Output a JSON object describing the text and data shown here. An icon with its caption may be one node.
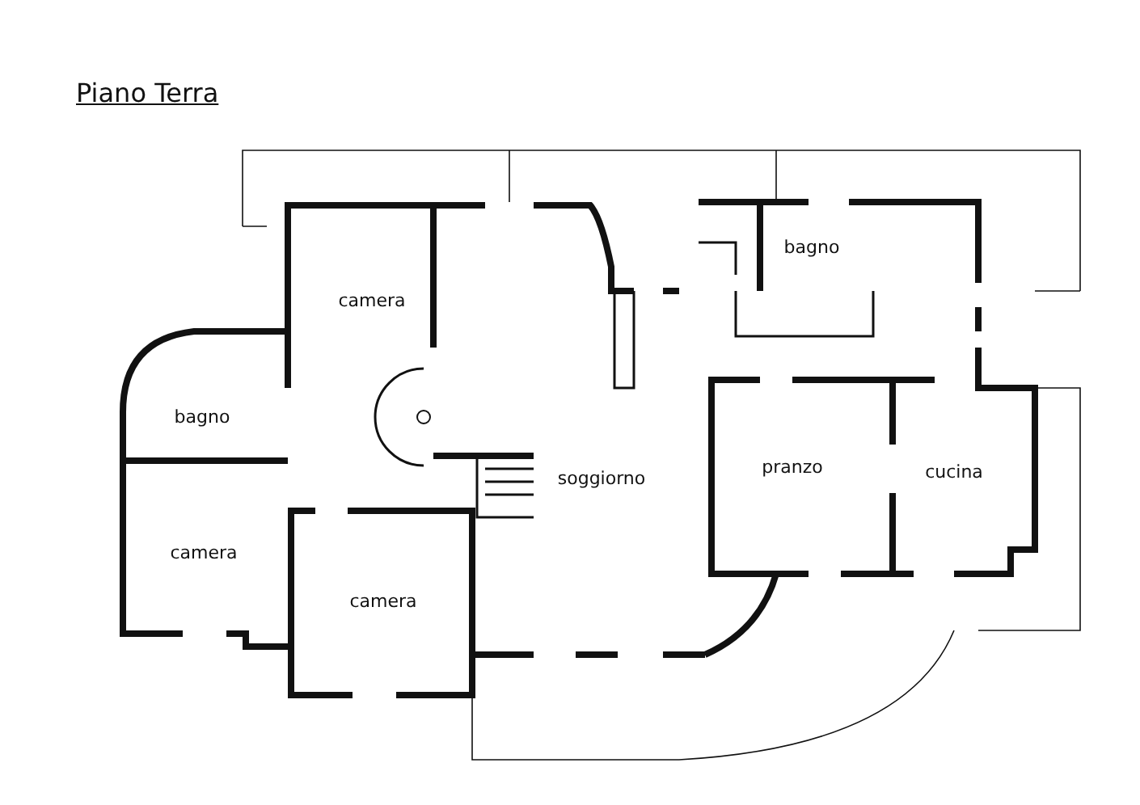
{
  "diagram": {
    "title": "Piano Terra",
    "labels": [
      "camera",
      "bagno",
      "bagno",
      "soggiorno",
      "pranzo",
      "cucina",
      "camera",
      "camera"
    ]
  }
}
